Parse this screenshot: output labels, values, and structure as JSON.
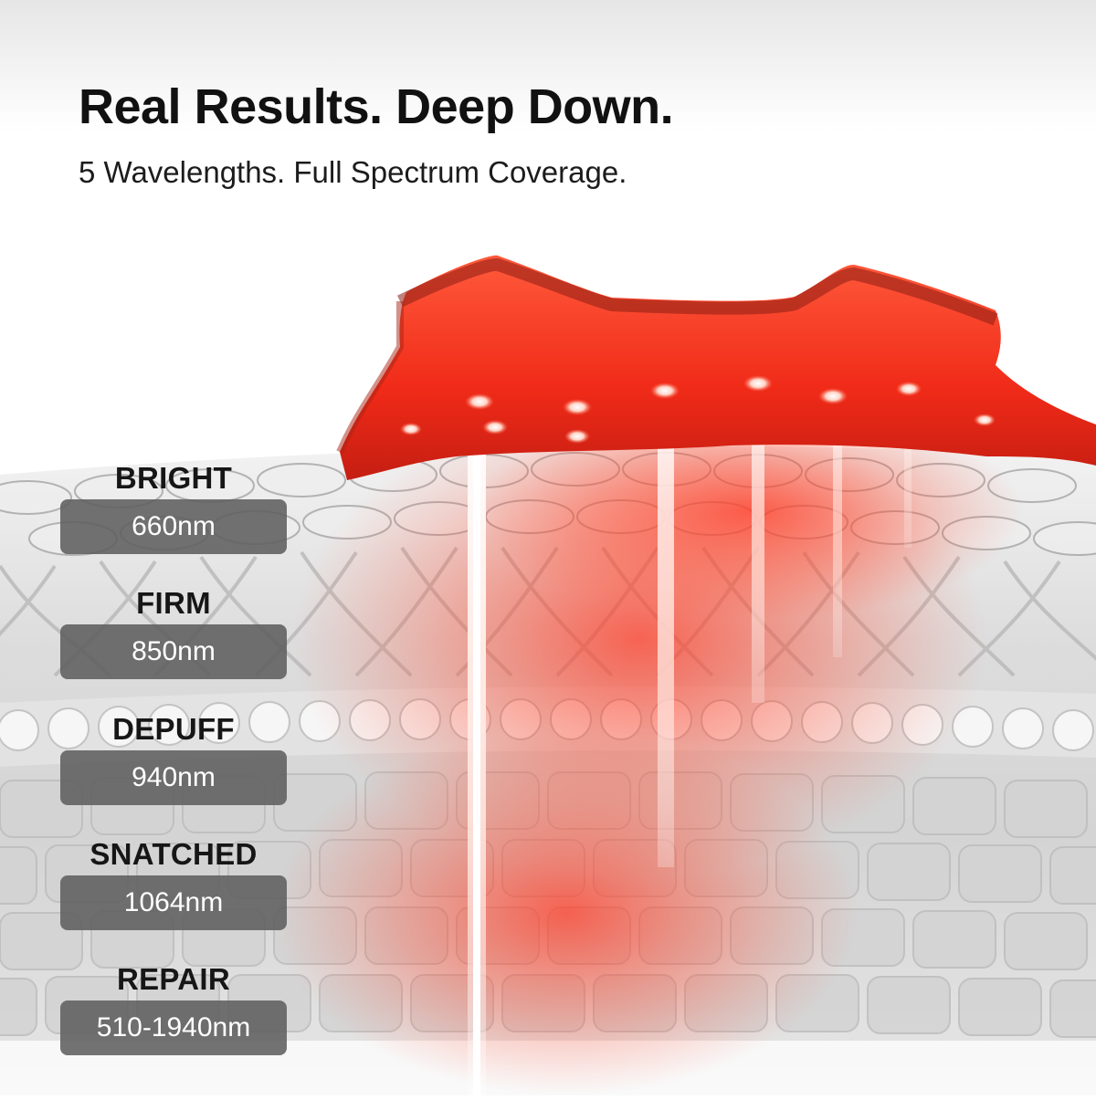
{
  "header": {
    "title": "Real Results. Deep Down.",
    "subtitle": "5 Wavelengths. Full Spectrum Coverage."
  },
  "layers": [
    {
      "label": "BRIGHT",
      "wavelength": "660nm"
    },
    {
      "label": "FIRM",
      "wavelength": "850nm"
    },
    {
      "label": "DEPUFF",
      "wavelength": "940nm"
    },
    {
      "label": "SNATCHED",
      "wavelength": "1064nm"
    },
    {
      "label": "REPAIR",
      "wavelength": "510-1940nm"
    }
  ],
  "colors": {
    "light_red": "#ff3a24",
    "device_red": "#d8321f",
    "badge_gray": "#5f5f5f",
    "tissue_gray": "#cfcfcf"
  }
}
